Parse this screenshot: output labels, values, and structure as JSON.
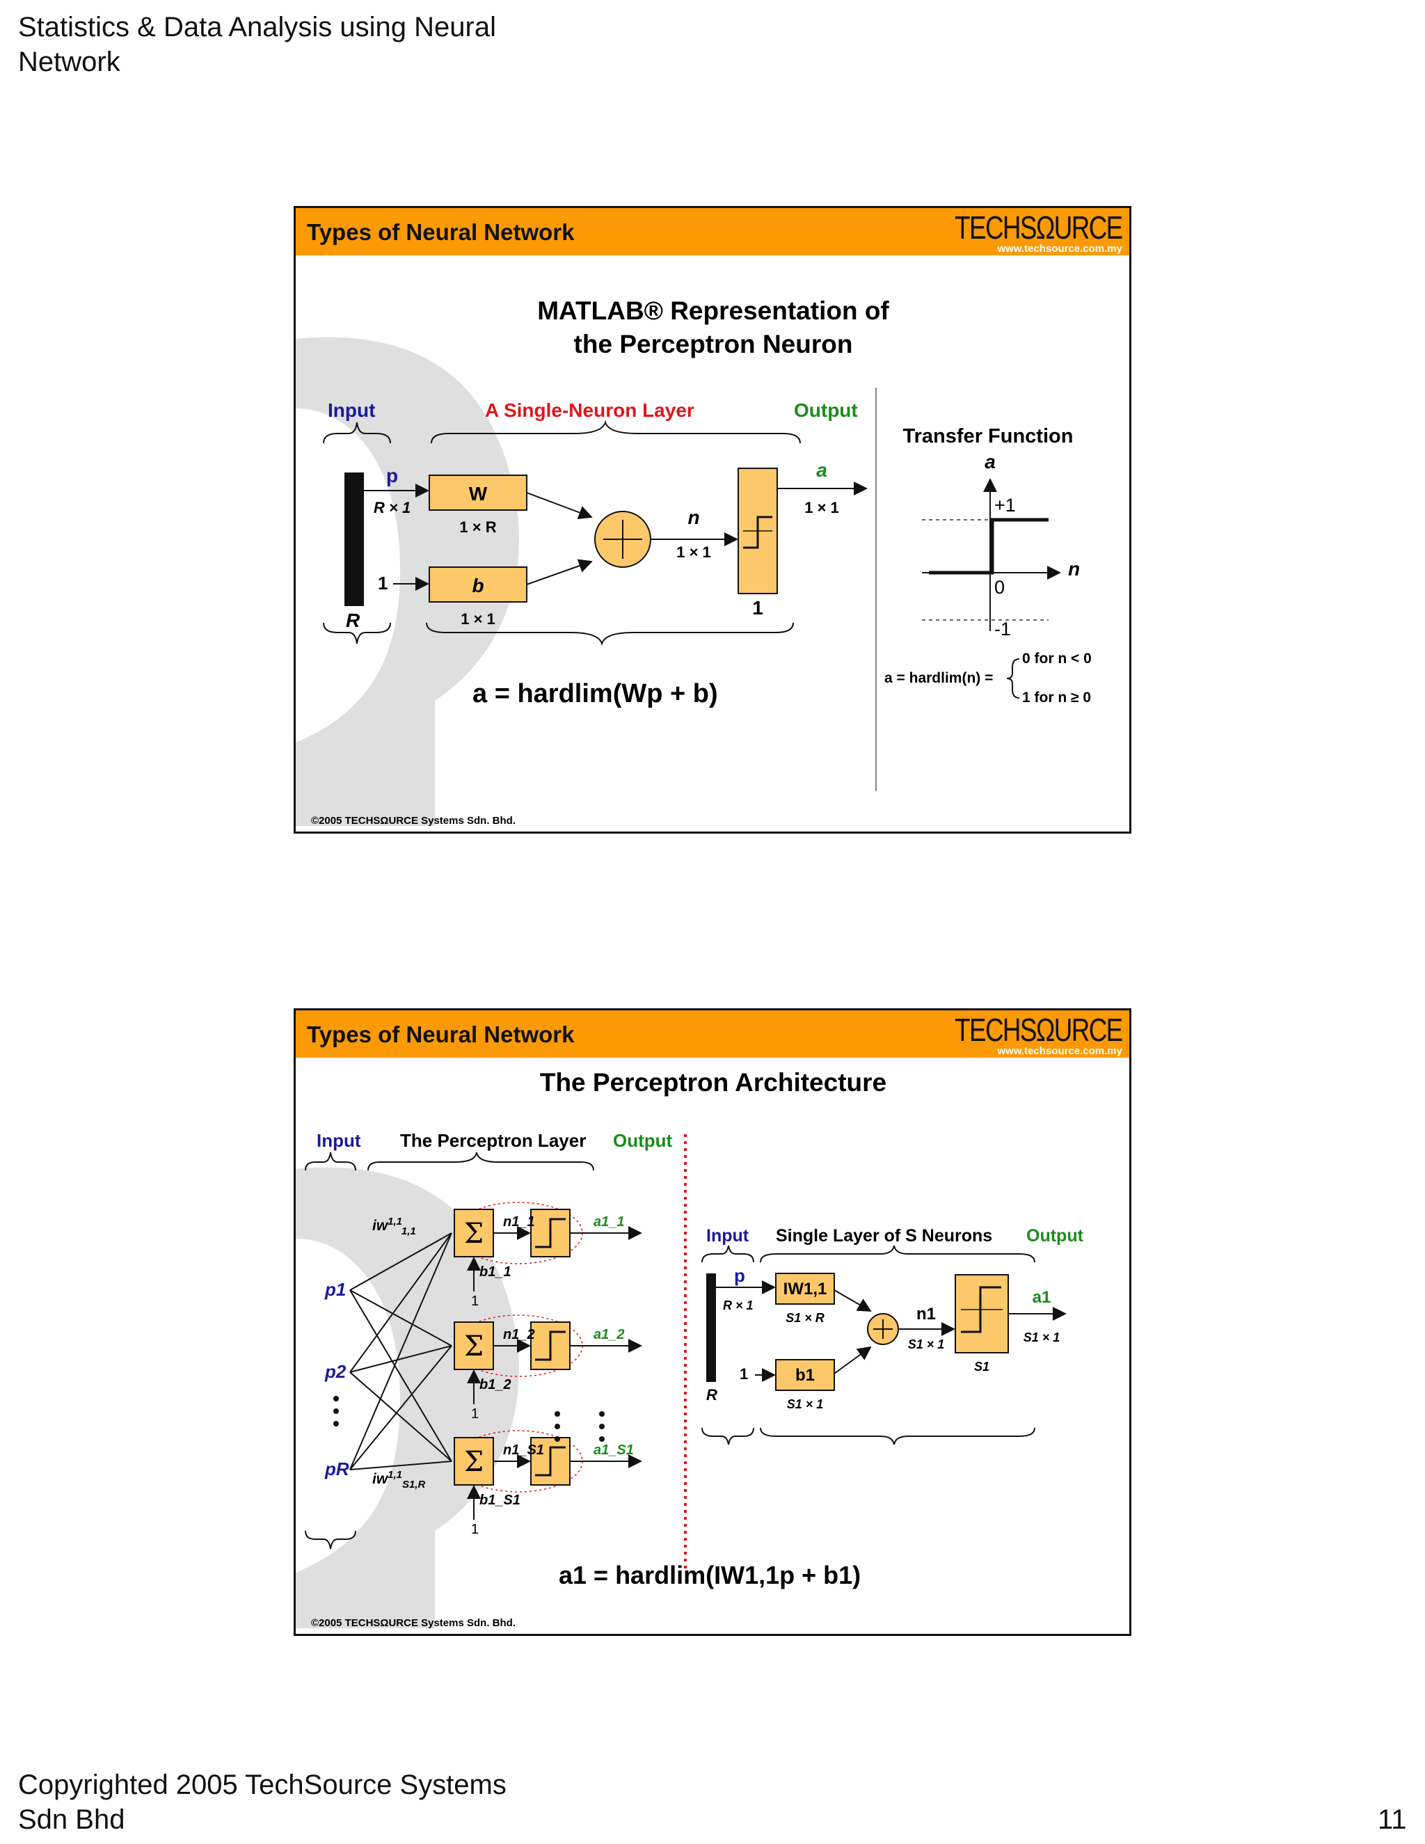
{
  "doc": {
    "header": [
      "Statistics & Data Analysis using Neural",
      "Network"
    ],
    "footer": [
      "Copyrighted 2005 TechSource Systems",
      "Sdn Bhd"
    ],
    "page_number": "11"
  },
  "brand": {
    "logo_text": "TECHSΩURCE",
    "url": "www.techsource.com.my",
    "copyright": "©2005 TECHSΩURCE Systems Sdn. Bhd.",
    "accent": "#fb9a05",
    "box_fill": "#fcc86a",
    "input_color": "#1a1a9c",
    "layer_color": "#e0161a",
    "output_color": "#1a8c1a"
  },
  "slide1": {
    "header_title": "Types of Neural Network",
    "title_line1": "MATLAB® Representation of",
    "title_line2": "the Perceptron Neuron",
    "input_label": "Input",
    "layer_label": "A Single-Neuron Layer",
    "output_label": "Output",
    "p": "p",
    "r_by_1": "R × 1",
    "one_in": "1",
    "r": "R",
    "w": "W",
    "w_dim": "1 × R",
    "b": "b",
    "b_dim": "1 × 1",
    "n": "n",
    "n_dim": "1 × 1",
    "a": "a",
    "a_dim": "1 × 1",
    "one_below": "1",
    "equation": "a = hardlim(Wp + b)",
    "tf_title": "Transfer Function",
    "tf_a": "a",
    "tf_n": "n",
    "tf_plus1": "+1",
    "tf_zero": "0",
    "tf_minus1": "-1",
    "tf_def_lhs": "a = hardlim(n) =",
    "tf_case1": "0 for n < 0",
    "tf_case2": "1 for n ≥ 0"
  },
  "slide2": {
    "header_title": "Types of Neural Network",
    "title": "The Perceptron Architecture",
    "input_label": "Input",
    "layer_label": "The Perceptron Layer",
    "output_label": "Output",
    "iw_top": "iw",
    "iw_top_sup": "1,1",
    "iw_top_sub": "1,1",
    "iw_bot": "iw",
    "iw_bot_sup": "1,1",
    "iw_bot_sub": "S1,R",
    "p1": "p1",
    "p2": "p2",
    "pR": "pR",
    "sigma": "Σ",
    "n_labels": [
      "n1_1",
      "n1_2",
      "n1_S1"
    ],
    "a_labels": [
      "a1_1",
      "a1_2",
      "a1_S1"
    ],
    "b_labels": [
      "b1_1",
      "b1_2",
      "b1_S1"
    ],
    "one": "1",
    "right_input": "Input",
    "right_layer": "Single Layer of S Neurons",
    "right_output": "Output",
    "right_p": "p",
    "right_r_by_1": "R × 1",
    "right_one": "1",
    "right_r": "R",
    "IW": "IW1,1",
    "IW_dim": "S1 × R",
    "b1": "b1",
    "b1_dim": "S1 × 1",
    "n1": "n1",
    "n1_dim": "S1 × 1",
    "a1": "a1",
    "a1_dim": "S1 × 1",
    "s1": "S1",
    "equation": "a1 = hardlim(IW1,1p + b1)"
  }
}
